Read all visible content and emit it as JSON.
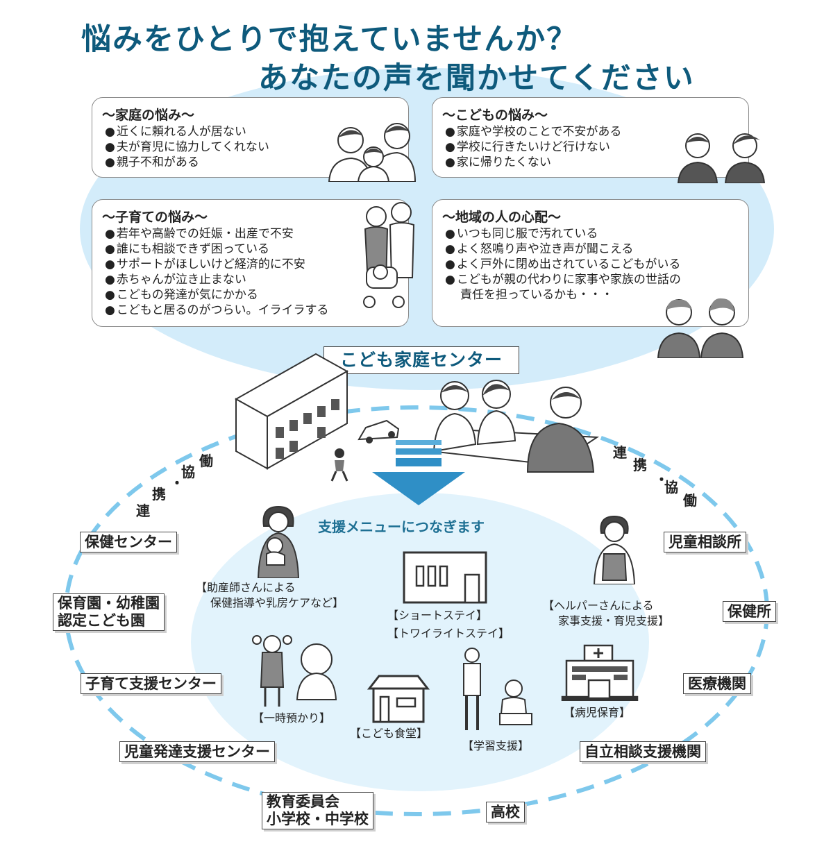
{
  "title": {
    "line1": "悩みをひとりで抱えていませんか？",
    "line2": "あなたの声を聞かせてください"
  },
  "worries": [
    {
      "heading": "～家庭の悩み～",
      "items": [
        "近くに頼れる人が居ない",
        "夫が育児に協力してくれない",
        "親子不和がある"
      ]
    },
    {
      "heading": "～こどもの悩み～",
      "items": [
        "家庭や学校のことで不安がある",
        "学校に行きたいけど行けない",
        "家に帰りたくない"
      ]
    },
    {
      "heading": "～子育ての悩み～",
      "items": [
        "若年や高齢での妊娠・出産で不安",
        "誰にも相談できず困っている",
        "サポートがほしいけど経済的に不安",
        "赤ちゃんが泣き止まない",
        "こどもの発達が気にかかる",
        "こどもと居るのがつらい。イライラする"
      ]
    },
    {
      "heading": "～地域の人の心配～",
      "items": [
        "いつも同じ服で汚れている",
        "よく怒鳴り声や泣き声が聞こえる",
        "よく戸外に閉め出されているこどもがいる",
        "こどもが親の代わりに家事や家族の世話の"
      ],
      "continuation": "責任を担っているかも・・・"
    }
  ],
  "center": "こども家庭センター",
  "cooperation": {
    "left": [
      "連",
      "携",
      "・",
      "協",
      "働"
    ],
    "right": [
      "連",
      "携",
      "・",
      "協",
      "働"
    ]
  },
  "support_menu": {
    "title": "支援メニューにつなぎます",
    "midwife": [
      "【助産師さんによる",
      "保健指導や乳房ケアなど】"
    ],
    "shortstay": [
      "【ショートステイ】",
      "【トワイライトステイ】"
    ],
    "helper": [
      "【ヘルパーさんによる",
      "家事支援・育児支援】"
    ],
    "temporary": "【一時預かり】",
    "cafeteria": "【こども食堂】",
    "study": "【学習支援】",
    "sick_care": "【病児保育】"
  },
  "organizations": {
    "left": [
      "保健センター",
      "保育園・幼稚園",
      "認定こども園",
      "子育て支援センター",
      "児童発達支援センター"
    ],
    "bottom": [
      "教育委員会",
      "小学校・中学校",
      "高校"
    ],
    "right": [
      "児童相談所",
      "保健所",
      "医療機関",
      "自立相談支援機関"
    ]
  },
  "colors": {
    "title": "#0e5a7c",
    "accent": "#1d6f93",
    "bubble": "#d3ecfa",
    "dash": "#7ec8ec"
  }
}
